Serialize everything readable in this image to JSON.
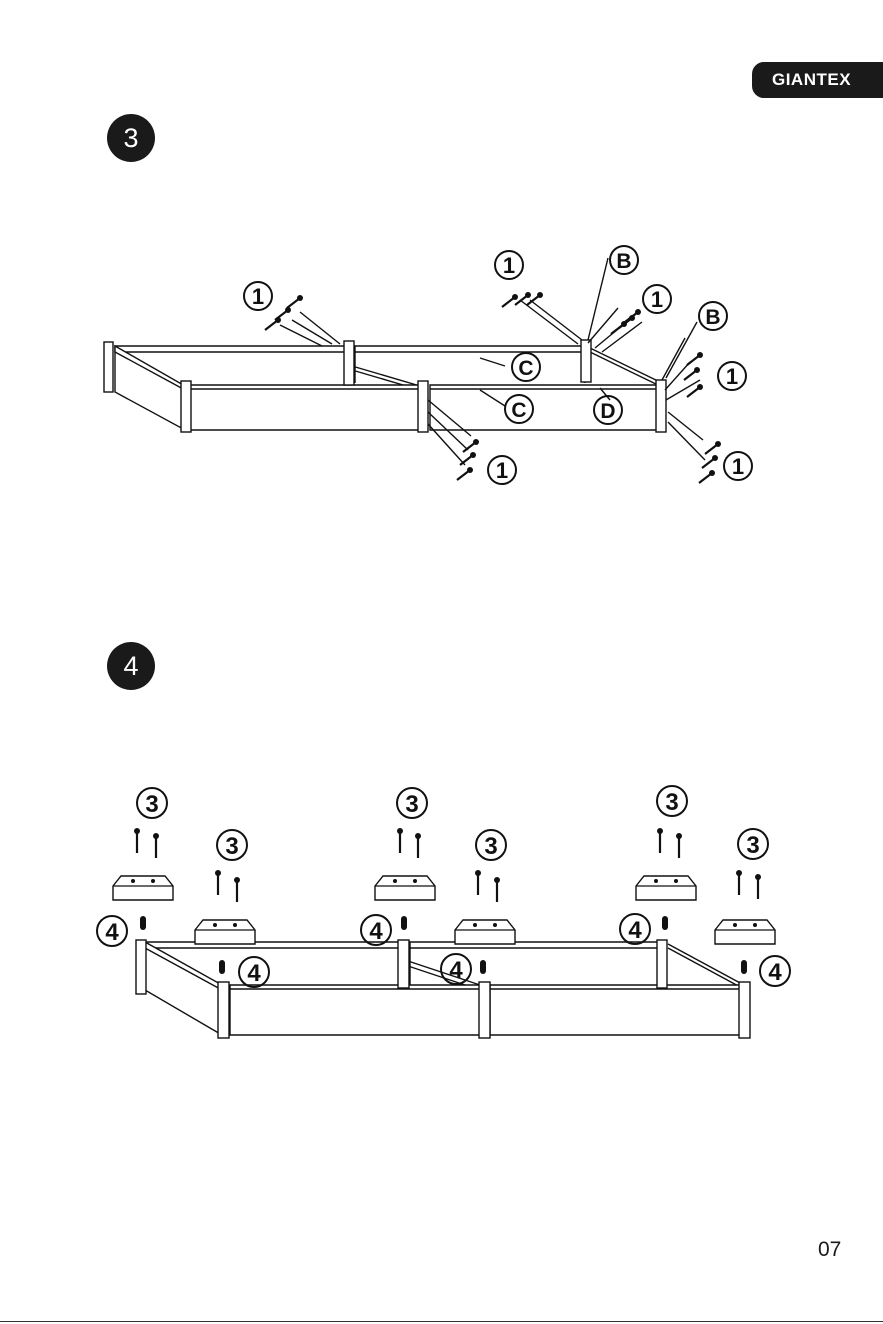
{
  "brand": {
    "logo_text": "GIANTEX"
  },
  "page": {
    "number": "07"
  },
  "steps": [
    {
      "number": "3",
      "callouts": {
        "screw_a": "1",
        "screw_b": "1",
        "screw_c": "1",
        "screw_d": "1",
        "screw_e": "1",
        "screw_f": "1",
        "bracket_a": "B",
        "bracket_b": "B",
        "panel_c1": "C",
        "panel_c2": "C",
        "panel_d": "D"
      }
    },
    {
      "number": "4",
      "callouts": {
        "screw_a": "3",
        "screw_b": "3",
        "screw_c": "3",
        "screw_d": "3",
        "screw_e": "3",
        "screw_f": "3",
        "anchor_a": "4",
        "anchor_b": "4",
        "anchor_c": "4",
        "anchor_d": "4",
        "anchor_e": "4",
        "anchor_f": "4"
      }
    }
  ]
}
